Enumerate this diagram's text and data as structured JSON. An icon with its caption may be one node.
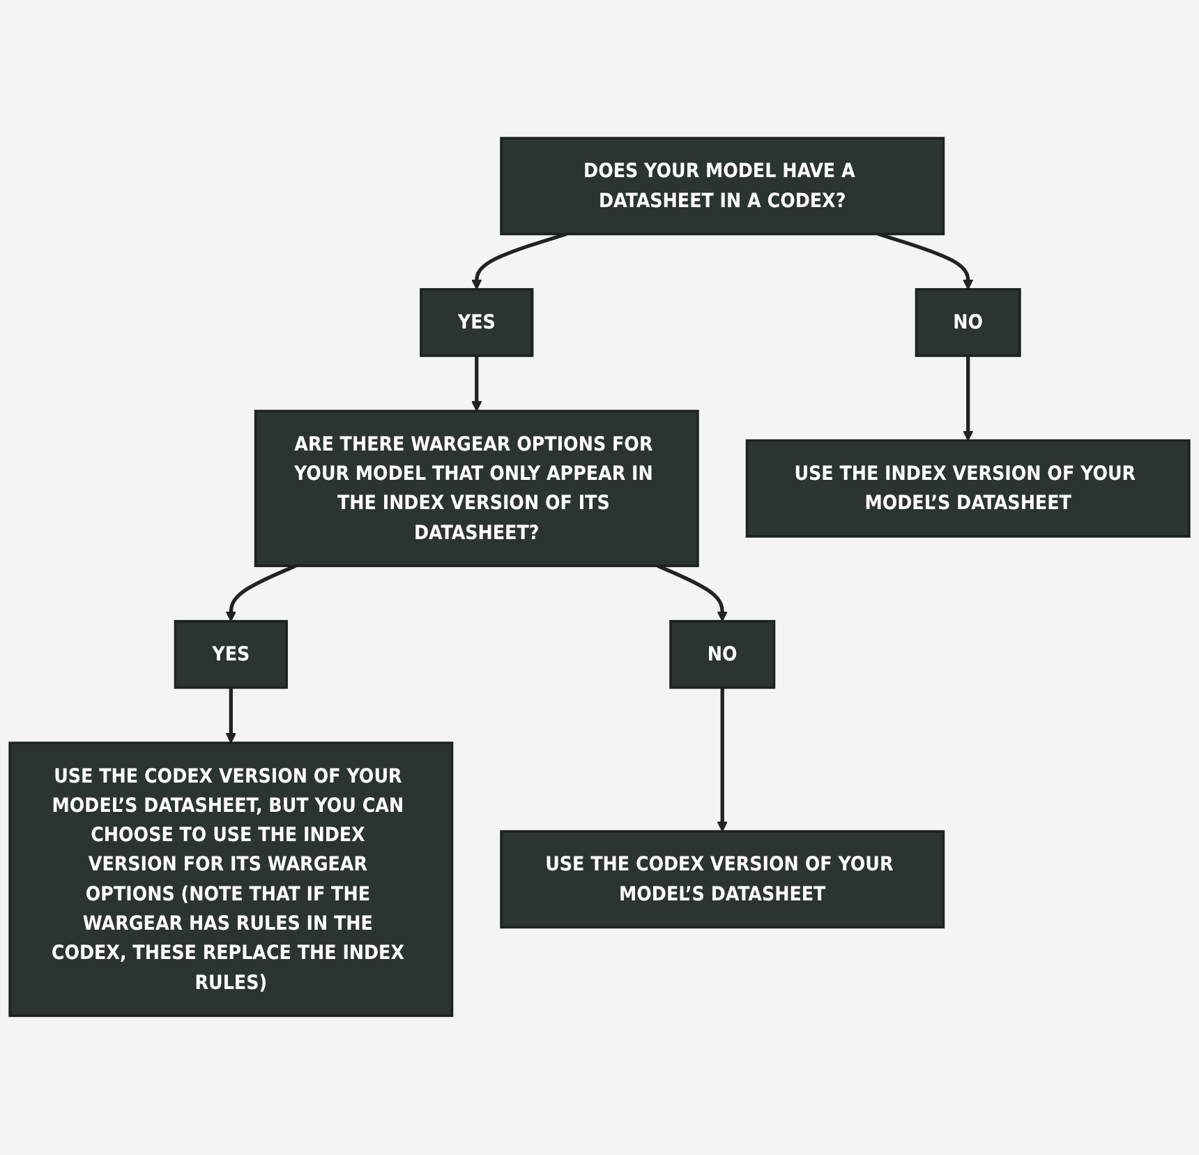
{
  "diagram": {
    "nodes": [
      {
        "text": [
          "DOES YOUR MODEL HAVE A DATASHEET IN A CODEX?"
        ]
      },
      {
        "text": [
          "YES"
        ]
      },
      {
        "text": [
          "NO"
        ]
      },
      {
        "text": [
          "ARE THERE WARGEAR OPTIONS FOR YOUR MODEL THAT ONLY APPEAR IN THE INDEX VERSION OF ITS DATASHEET?"
        ]
      },
      {
        "text": [
          "USE THE INDEX VERSION OF YOUR MODEL’S DATASHEET"
        ]
      },
      {
        "text": [
          "YES"
        ]
      },
      {
        "text": [
          "NO"
        ]
      },
      {
        "text": [
          "USE THE CODEX VERSION OF YOUR MODEL’S DATASHEET"
        ]
      },
      {
        "text": [
          "USE THE CODEX VERSION OF YOUR MODEL’S DATASHEET, BUT YOU CAN CHOOSE TO USE THE INDEX VERSION FOR ITS WARGEAR OPTIONS (NOTE THAT IF THE WARGEAR HAS RULES IN THE CODEX, THESE REPLACE THE INDEX RULES)"
        ]
      }
    ],
    "edges": [
      {
        "from": 0,
        "to": 1,
        "arrow": "to"
      },
      {
        "from": 0,
        "to": 2,
        "arrow": "to"
      },
      {
        "from": 1,
        "to": 3,
        "arrow": "to"
      },
      {
        "from": 2,
        "to": 4,
        "arrow": "to"
      },
      {
        "from": 3,
        "to": 5,
        "arrow": "to"
      },
      {
        "from": 3,
        "to": 6,
        "arrow": "to"
      },
      {
        "from": 6,
        "to": 7,
        "arrow": "to"
      },
      {
        "from": 5,
        "to": 8,
        "arrow": "to"
      }
    ]
  }
}
